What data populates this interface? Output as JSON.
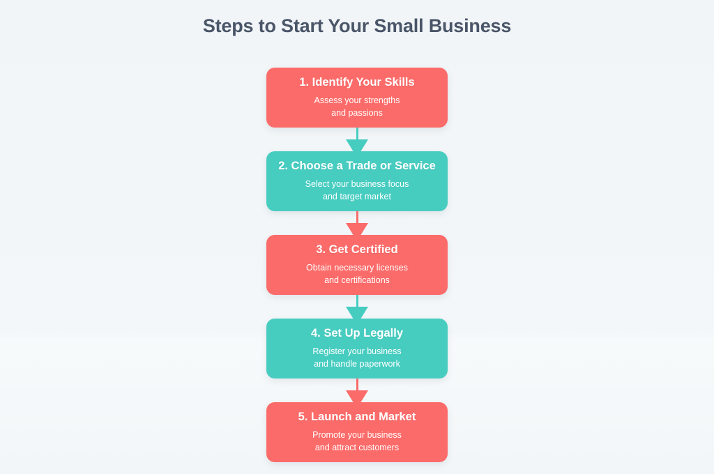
{
  "page": {
    "title": "Steps to Start Your Small Business"
  },
  "colors": {
    "red": "#FB6B69",
    "teal": "#47CCC0",
    "title_text": "#4A5568",
    "box_text": "#FFFFFF",
    "background_top": "#F1F5F8",
    "background_bottom": "#F2F6F8"
  },
  "flowchart": {
    "steps": [
      {
        "title": "1. Identify Your Skills",
        "subtitle_line1": "Assess your strengths",
        "subtitle_line2": "and passions",
        "color": "red"
      },
      {
        "title": "2. Choose a Trade or Service",
        "subtitle_line1": "Select your business focus",
        "subtitle_line2": "and target market",
        "color": "teal"
      },
      {
        "title": "3. Get Certified",
        "subtitle_line1": "Obtain necessary licenses",
        "subtitle_line2": "and certifications",
        "color": "red"
      },
      {
        "title": "4. Set Up Legally",
        "subtitle_line1": "Register your business",
        "subtitle_line2": "and handle paperwork",
        "color": "teal"
      },
      {
        "title": "5. Launch and Market",
        "subtitle_line1": "Promote your business",
        "subtitle_line2": "and attract customers",
        "color": "red"
      }
    ],
    "connectors": [
      {
        "color": "teal"
      },
      {
        "color": "red"
      },
      {
        "color": "teal"
      },
      {
        "color": "red"
      }
    ]
  }
}
